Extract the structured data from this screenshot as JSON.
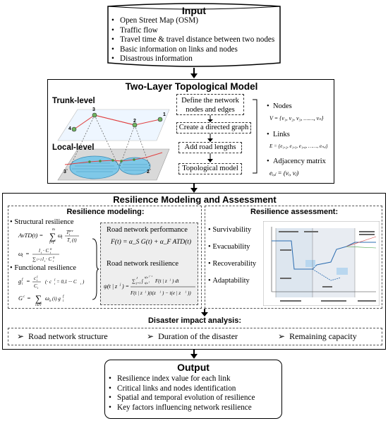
{
  "input": {
    "title": "Input",
    "items": [
      "Open Street Map (OSM)",
      "Traffic flow",
      "Travel time & travel distance between two nodes",
      "Basic information on links and nodes",
      "Disastrous information"
    ]
  },
  "topo": {
    "title": "Two-Layer Topological Model",
    "trunk_label": "Trunk-level",
    "local_label": "Local-level",
    "trunk_nodes": [
      "1",
      "2",
      "3",
      "4"
    ],
    "local_nodes": [
      "2`",
      "3`"
    ],
    "steps": [
      "Define the network nodes and edges",
      "Create a directed graph",
      "Add road lengths",
      "Topological model"
    ],
    "nodes_label": "Nodes",
    "nodes_formula": "V = {v₁, v₂, v₃, ……, vₙ}",
    "links_label": "Links",
    "links_formula": "E = {e₁,₂, e₁,₃, e₁,₄, ……, eₙ,ⱼ}",
    "adj_label": "Adjacency matrix",
    "adj_formula": "eᵢ,ⱼ = (vᵢ, vⱼ)"
  },
  "resilience": {
    "title": "Resilience Modeling and Assessment",
    "modeling_title": "Resilience modeling:",
    "structural_label": "Structural resilience",
    "functional_label": "Functional resilience",
    "perf_title": "Road network performance",
    "perf_formula": "F(t) = α_S G(t) + α_F ATD(t)",
    "res_title": "Road network resilience",
    "assess_title": "Resilience assessment:",
    "assess_items": [
      "Survivability",
      "Evacuability",
      "Recoverability",
      "Adaptability"
    ]
  },
  "impact": {
    "title": "Disaster impact analysis:",
    "items": [
      "Road network structure",
      "Duration of the disaster",
      "Remaining capacity"
    ]
  },
  "output": {
    "title": "Output",
    "items": [
      "Resilience index value for each link",
      "Critical links and nodes identification",
      "Spatial and temporal evolution of resilience",
      "Key factors influencing network resilience"
    ]
  },
  "colors": {
    "topo_bg": "#eef6ff",
    "plane": "#d9d9d9",
    "disk": "#7fc8e8",
    "trunk_line": "#e04040"
  }
}
